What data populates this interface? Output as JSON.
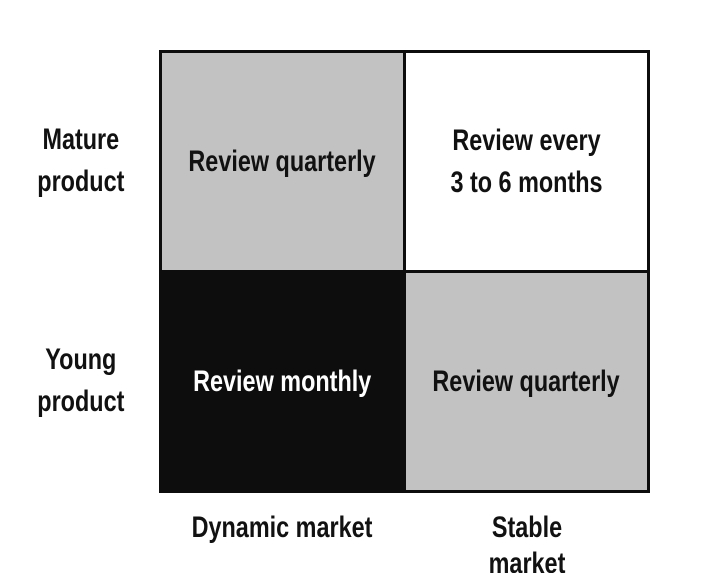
{
  "diagram": {
    "type": "2x2-matrix",
    "row_labels": [
      "Mature\nproduct",
      "Young\nproduct"
    ],
    "column_labels": [
      "Dynamic market",
      "Stable market"
    ],
    "cells": [
      {
        "row": "Mature product",
        "column": "Dynamic market",
        "text": "Review quarterly",
        "background": "#c2c2c2",
        "text_color": "#111111"
      },
      {
        "row": "Mature product",
        "column": "Stable market",
        "text": "Review every\n3 to 6 months",
        "background": "#ffffff",
        "text_color": "#111111"
      },
      {
        "row": "Young product",
        "column": "Dynamic market",
        "text": "Review monthly",
        "background": "#0d0d0d",
        "text_color": "#ffffff"
      },
      {
        "row": "Young product",
        "column": "Stable market",
        "text": "Review quarterly",
        "background": "#c2c2c2",
        "text_color": "#111111"
      }
    ],
    "colors": {
      "border": "#0d0d0d",
      "gray_cell": "#c2c2c2",
      "black_cell": "#0d0d0d",
      "white_cell": "#ffffff",
      "label_text": "#111111"
    }
  }
}
